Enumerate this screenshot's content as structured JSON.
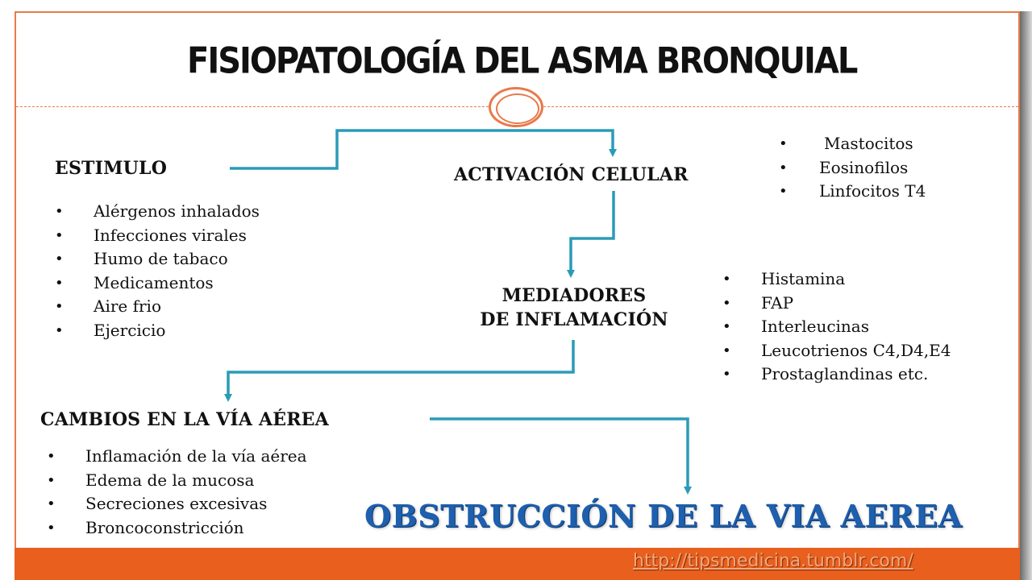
{
  "title": "FISIOPATOLOGÍA DEL ASMA BRONQUIAL",
  "stimulus": {
    "heading": "ESTIMULO",
    "items": [
      "Alérgenos inhalados",
      "Infecciones virales",
      "Humo de tabaco",
      "Medicamentos",
      "Aire frio",
      "Ejercicio"
    ]
  },
  "cell_activation": {
    "heading": "ACTIVACIÓN CELULAR",
    "items": [
      "Mastocitos",
      "Eosinofilos",
      "Linfocitos T4"
    ]
  },
  "mediators": {
    "heading_line1": "MEDIADORES",
    "heading_line2": "DE INFLAMACIÓN",
    "items": [
      "Histamina",
      "FAP",
      "Interleucinas",
      "Leucotrienos C4,D4,E4",
      "Prostaglandinas  etc."
    ]
  },
  "airway_changes": {
    "heading": "CAMBIOS EN LA VÍA AÉREA",
    "items": [
      "Inflamación de la vía aérea",
      "Edema de la mucosa",
      "Secreciones excesivas",
      "Broncoconstricción"
    ]
  },
  "outcome": "OBSTRUCCIÓN DE LA VIA AEREA",
  "footer": {
    "url": "http://tipsmedicina.tumblr.com/"
  },
  "colors": {
    "accent": "#e8794a",
    "arrow": "#2a9bb8",
    "outcome_text": "#1e5fae",
    "footer_bar": "#e85f1e"
  },
  "bullet": "•"
}
